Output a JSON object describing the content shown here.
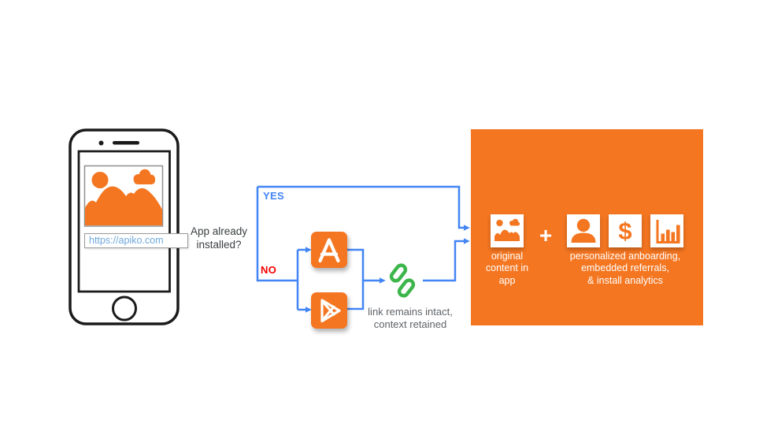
{
  "colors": {
    "orange": "#F47621",
    "blue": "#4285F4",
    "red": "#F50000",
    "green": "#3CB54A",
    "note_gray": "#5F6368",
    "question_text": "#3C4043",
    "url_blue": "#6FA8DC"
  },
  "phone": {
    "url_value": "https://apiko.com"
  },
  "question": {
    "line1": "App already",
    "line2": "installed?"
  },
  "flow": {
    "yes_label": "YES",
    "no_label": "NO"
  },
  "link_note": {
    "line1": "link remains intact,",
    "line2": "context retained"
  },
  "panel": {
    "plus_sign": "+",
    "original_caption": {
      "line1": "original",
      "line2": "content in",
      "line3": "app"
    },
    "features_caption": {
      "line1": "personalized anboarding,",
      "line2": "embedded referrals,",
      "line3": "& install analytics"
    }
  },
  "icons": {
    "dollar_glyph": "$",
    "app_store": "app-store-icon",
    "google_play": "google-play-icon",
    "chain_link": "chain-link-icon",
    "image_placeholder": "image-placeholder-icon",
    "person": "person-icon",
    "bar_chart": "bar-chart-icon"
  }
}
